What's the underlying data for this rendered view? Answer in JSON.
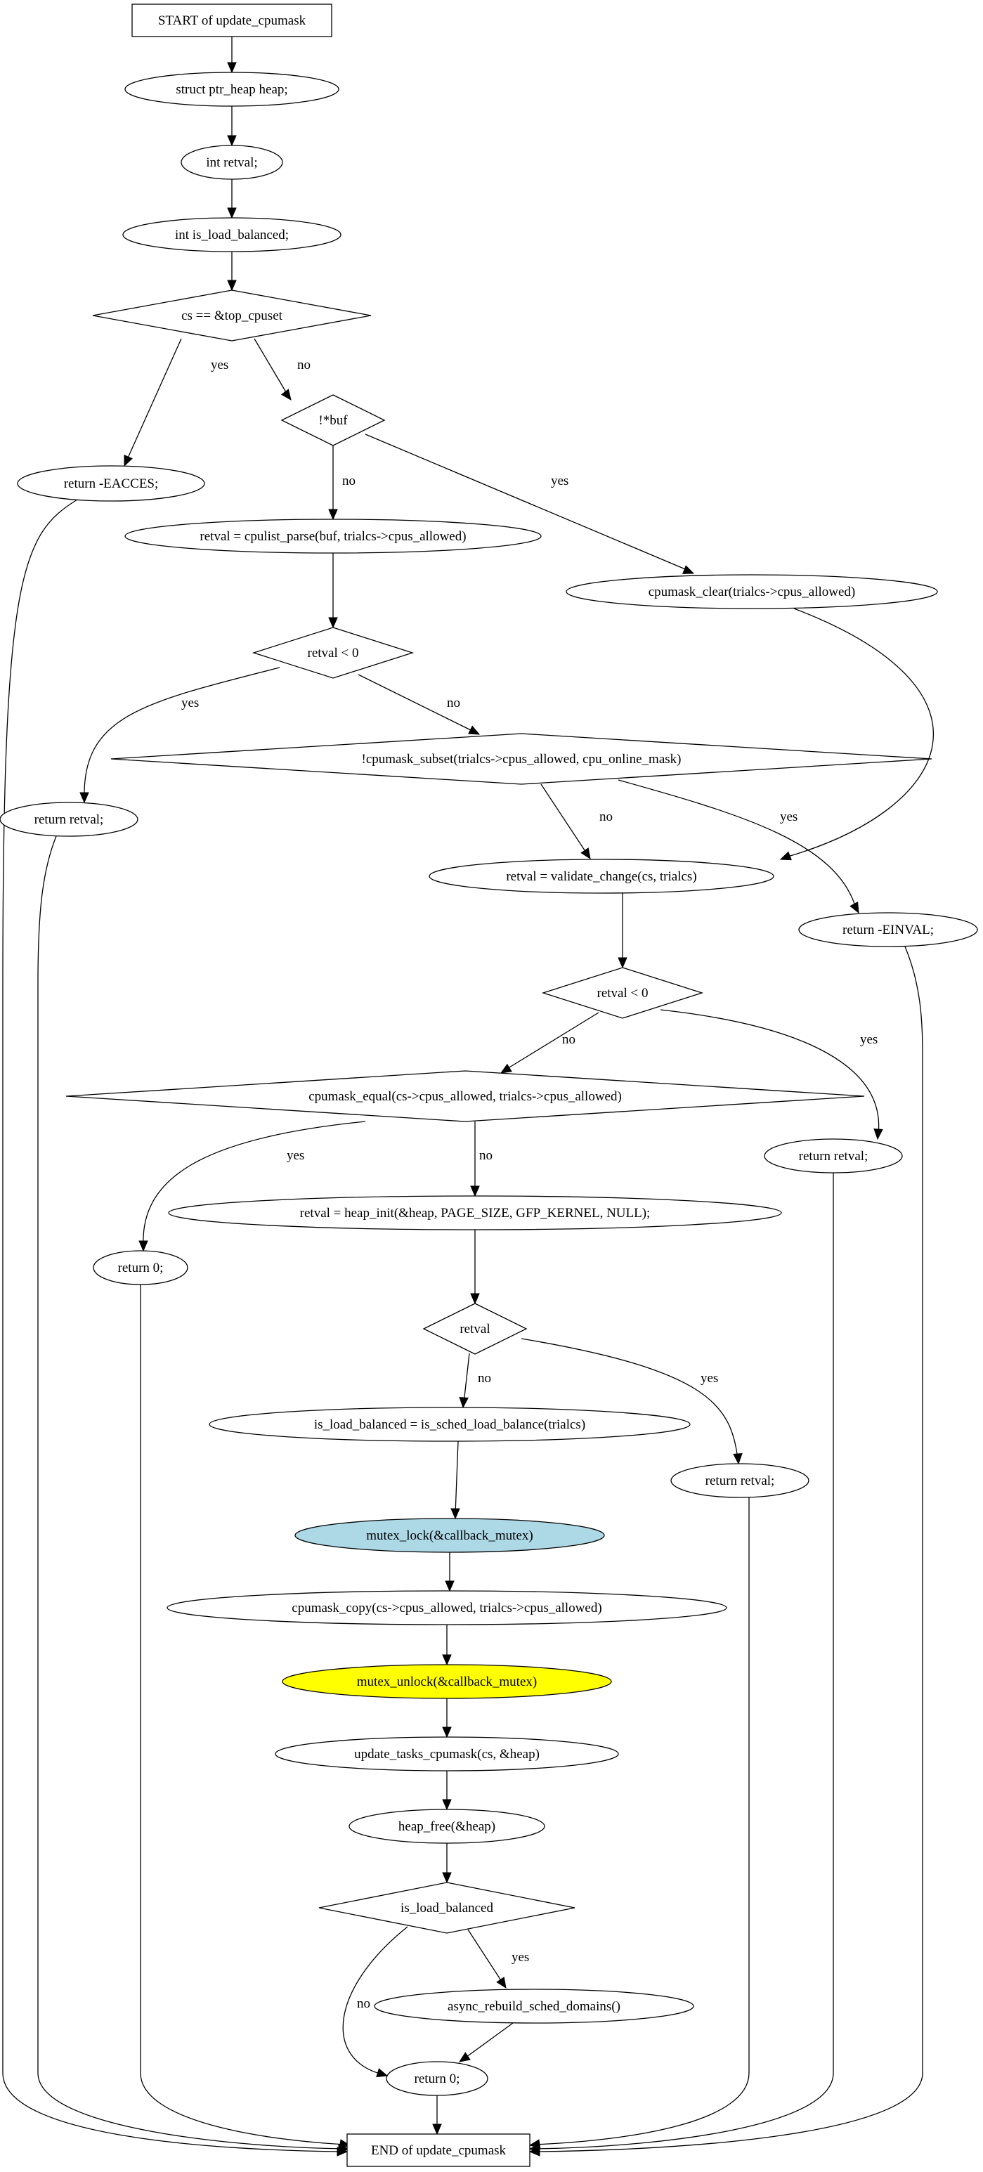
{
  "diagram": {
    "type": "flowchart",
    "nodes": [
      {
        "id": "start",
        "shape": "box",
        "label": "START of update_cpumask"
      },
      {
        "id": "heap_decl",
        "shape": "ellipse",
        "label": "struct ptr_heap heap;"
      },
      {
        "id": "retval_decl",
        "shape": "ellipse",
        "label": "int retval;"
      },
      {
        "id": "islb_decl",
        "shape": "ellipse",
        "label": "int is_load_balanced;"
      },
      {
        "id": "d_top",
        "shape": "diamond",
        "label": "cs == &top_cpuset"
      },
      {
        "id": "ret_eacces",
        "shape": "ellipse",
        "label": "return -EACCES;"
      },
      {
        "id": "d_buf",
        "shape": "diamond",
        "label": "!*buf"
      },
      {
        "id": "parse",
        "shape": "ellipse",
        "label": "retval = cpulist_parse(buf, trialcs->cpus_allowed)"
      },
      {
        "id": "clear",
        "shape": "ellipse",
        "label": "cpumask_clear(trialcs->cpus_allowed)"
      },
      {
        "id": "d_rv1",
        "shape": "diamond",
        "label": "retval < 0"
      },
      {
        "id": "ret_rv1",
        "shape": "ellipse",
        "label": "return retval;"
      },
      {
        "id": "d_subset",
        "shape": "diamond",
        "label": "!cpumask_subset(trialcs->cpus_allowed, cpu_online_mask)"
      },
      {
        "id": "validate",
        "shape": "ellipse",
        "label": "retval = validate_change(cs, trialcs)"
      },
      {
        "id": "ret_einval",
        "shape": "ellipse",
        "label": "return -EINVAL;"
      },
      {
        "id": "d_rv2",
        "shape": "diamond",
        "label": "retval < 0"
      },
      {
        "id": "d_equal",
        "shape": "diamond",
        "label": "cpumask_equal(cs->cpus_allowed, trialcs->cpus_allowed)"
      },
      {
        "id": "ret_rv2",
        "shape": "ellipse",
        "label": "return retval;"
      },
      {
        "id": "ret_zero1",
        "shape": "ellipse",
        "label": "return 0;"
      },
      {
        "id": "heapinit",
        "shape": "ellipse",
        "label": "retval = heap_init(&heap, PAGE_SIZE, GFP_KERNEL, NULL);"
      },
      {
        "id": "d_rv3",
        "shape": "diamond",
        "label": "retval"
      },
      {
        "id": "islb",
        "shape": "ellipse",
        "label": "is_load_balanced = is_sched_load_balance(trialcs)"
      },
      {
        "id": "ret_rv3",
        "shape": "ellipse",
        "label": "return retval;"
      },
      {
        "id": "lock",
        "shape": "ellipse",
        "label": "mutex_lock(&callback_mutex)",
        "fill": "#add8e6"
      },
      {
        "id": "copy",
        "shape": "ellipse",
        "label": "cpumask_copy(cs->cpus_allowed, trialcs->cpus_allowed)"
      },
      {
        "id": "unlock",
        "shape": "ellipse",
        "label": "mutex_unlock(&callback_mutex)",
        "fill": "#ffff00"
      },
      {
        "id": "update",
        "shape": "ellipse",
        "label": "update_tasks_cpumask(cs, &heap)"
      },
      {
        "id": "hfree",
        "shape": "ellipse",
        "label": "heap_free(&heap)"
      },
      {
        "id": "d_islb",
        "shape": "diamond",
        "label": "is_load_balanced"
      },
      {
        "id": "rebuild",
        "shape": "ellipse",
        "label": "async_rebuild_sched_domains()"
      },
      {
        "id": "ret_zero2",
        "shape": "ellipse",
        "label": "return 0;"
      },
      {
        "id": "end",
        "shape": "box",
        "label": "END of update_cpumask"
      }
    ],
    "edges": [
      {
        "from": "start",
        "to": "heap_decl",
        "label": ""
      },
      {
        "from": "heap_decl",
        "to": "retval_decl",
        "label": ""
      },
      {
        "from": "retval_decl",
        "to": "islb_decl",
        "label": ""
      },
      {
        "from": "islb_decl",
        "to": "d_top",
        "label": ""
      },
      {
        "from": "d_top",
        "to": "ret_eacces",
        "label": "yes"
      },
      {
        "from": "d_top",
        "to": "d_buf",
        "label": "no"
      },
      {
        "from": "d_buf",
        "to": "parse",
        "label": "no"
      },
      {
        "from": "d_buf",
        "to": "clear",
        "label": "yes"
      },
      {
        "from": "parse",
        "to": "d_rv1",
        "label": ""
      },
      {
        "from": "d_rv1",
        "to": "ret_rv1",
        "label": "yes"
      },
      {
        "from": "d_rv1",
        "to": "d_subset",
        "label": "no"
      },
      {
        "from": "clear",
        "to": "validate",
        "label": ""
      },
      {
        "from": "d_subset",
        "to": "validate",
        "label": "no"
      },
      {
        "from": "d_subset",
        "to": "ret_einval",
        "label": "yes"
      },
      {
        "from": "validate",
        "to": "d_rv2",
        "label": ""
      },
      {
        "from": "d_rv2",
        "to": "d_equal",
        "label": "no"
      },
      {
        "from": "d_rv2",
        "to": "ret_rv2",
        "label": "yes"
      },
      {
        "from": "d_equal",
        "to": "ret_zero1",
        "label": "yes"
      },
      {
        "from": "d_equal",
        "to": "heapinit",
        "label": "no"
      },
      {
        "from": "heapinit",
        "to": "d_rv3",
        "label": ""
      },
      {
        "from": "d_rv3",
        "to": "islb",
        "label": "no"
      },
      {
        "from": "d_rv3",
        "to": "ret_rv3",
        "label": "yes"
      },
      {
        "from": "islb",
        "to": "lock",
        "label": ""
      },
      {
        "from": "lock",
        "to": "copy",
        "label": ""
      },
      {
        "from": "copy",
        "to": "unlock",
        "label": ""
      },
      {
        "from": "unlock",
        "to": "update",
        "label": ""
      },
      {
        "from": "update",
        "to": "hfree",
        "label": ""
      },
      {
        "from": "hfree",
        "to": "d_islb",
        "label": ""
      },
      {
        "from": "d_islb",
        "to": "rebuild",
        "label": "yes"
      },
      {
        "from": "d_islb",
        "to": "ret_zero2",
        "label": "no"
      },
      {
        "from": "rebuild",
        "to": "ret_zero2",
        "label": ""
      },
      {
        "from": "ret_zero2",
        "to": "end",
        "label": ""
      },
      {
        "from": "ret_eacces",
        "to": "end",
        "label": ""
      },
      {
        "from": "ret_rv1",
        "to": "end",
        "label": ""
      },
      {
        "from": "ret_zero1",
        "to": "end",
        "label": ""
      },
      {
        "from": "ret_rv3",
        "to": "end",
        "label": ""
      },
      {
        "from": "ret_rv2",
        "to": "end",
        "label": ""
      },
      {
        "from": "ret_einval",
        "to": "end",
        "label": ""
      }
    ]
  }
}
